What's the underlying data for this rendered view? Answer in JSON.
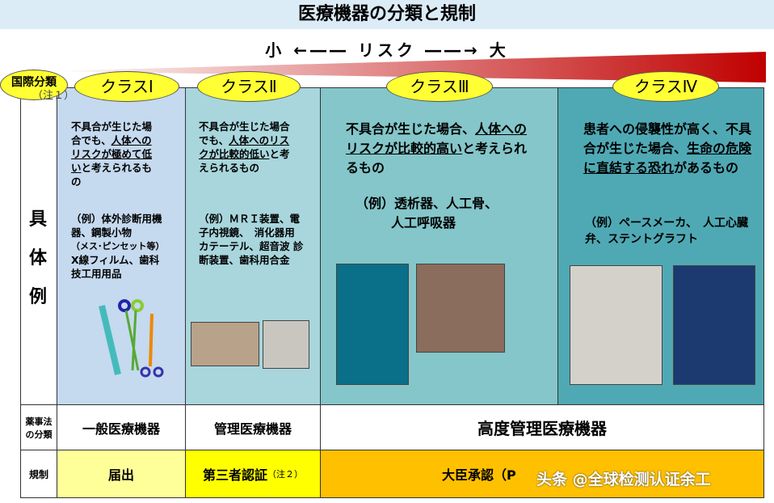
{
  "title": "医療機器の分類と規制",
  "risk": {
    "small": "小",
    "label": "リスク",
    "large": "大",
    "arrow_left": "←――",
    "arrow_right": "――→"
  },
  "intl": {
    "label": "国際分類",
    "note": "（注１）"
  },
  "side_label": [
    "具",
    "体",
    "例"
  ],
  "classes": [
    {
      "name": "クラスⅠ",
      "desc_plain_before": "不具合が生じた場合でも、",
      "desc_underlined": "人体へのリスクが極めて低い",
      "desc_after": "と考えられるもの",
      "example": "（例）体外診断用機器、鋼製小物",
      "example_sub": "（メス･ピンセット等）",
      "example2": "X線フィルム、歯科技工用用品"
    },
    {
      "name": "クラスⅡ",
      "desc_plain_before": "不具合が生じた場合でも、",
      "desc_underlined": "人体へのリスクが比較的低い",
      "desc_after": "と考えられるもの",
      "example": "（例）ＭＲＩ装置、電子内視鏡、　消化器用カテーテル、超音波 診断装置、歯科用合金"
    },
    {
      "name": "クラスⅢ",
      "desc_plain_before": "不具合が生じた場合、",
      "desc_underlined": "人体へのリスクが比較的高い",
      "desc_after": "と考えられるもの",
      "example": "（例）透析器、人工骨、",
      "example2": "人工呼吸器"
    },
    {
      "name": "クラスⅣ",
      "desc_plain_before": "患者への侵襲性が高く、不具合が生じた場合、",
      "desc_underlined": "生命の危険に直結する恐れ",
      "desc_after": "があるもの",
      "example": "（例）ペースメーカ、　人工心臓弁、ステントグラフト"
    }
  ],
  "law": {
    "label1": "薬事法",
    "label2": "の分類",
    "c1": "一般医療機器",
    "c2": "管理医療機器",
    "c34": "高度管理医療機器"
  },
  "reg": {
    "label": "規制",
    "c1": "届出",
    "c2": "第三者認証",
    "c2_note": "（注２）",
    "c34": "大臣承認（P"
  },
  "watermark": "头条 @全球检测认证余工",
  "colors": {
    "class1": "#c5d9ef",
    "class2": "#a8d6dc",
    "class3": "#84c6c9",
    "class4": "#4fa9b4",
    "oval": "#ffff33",
    "reg1": "#ffff99",
    "reg2": "#ffff00",
    "reg34": "#ffc000",
    "wedge": "#cc0000"
  }
}
